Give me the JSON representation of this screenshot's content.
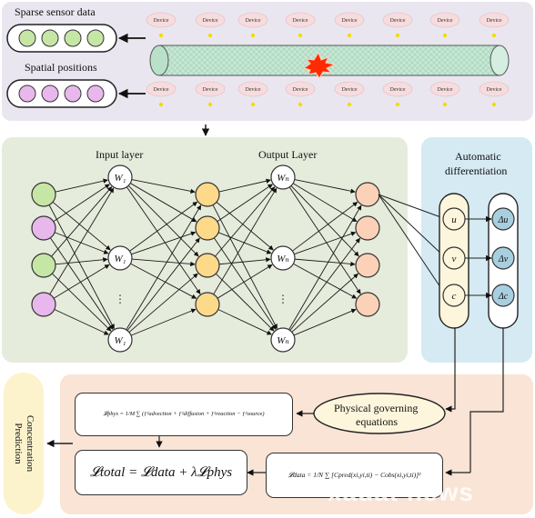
{
  "top": {
    "sparse_sensor_label": "Sparse sensor data",
    "spatial_positions_label": "Spatial positions",
    "device_label": "Device"
  },
  "network": {
    "input_layer_label": "Input layer",
    "output_layer_label": "Output Layer",
    "weights_first": [
      "W₁",
      "W₁",
      "⋮",
      "W₁"
    ],
    "weights_second": [
      "Wₙ",
      "Wₙ",
      "⋮",
      "Wₙ"
    ]
  },
  "autodiff": {
    "title": [
      "Automatic",
      "differentiation"
    ],
    "vars": [
      "u",
      "v",
      "c"
    ],
    "derivs": [
      "Δu",
      "Δv",
      "Δc"
    ]
  },
  "bottom": {
    "concentration_prediction": "Concentration Prediction",
    "physical_governing": [
      "Physical governing",
      "equations"
    ],
    "loss_total": "𝓛total = 𝓛data + λ𝓛phys",
    "loss_phys": "𝓛phys = 1/M ∑ (ƒ²advection + ƒ²diffusion + ƒ²reaction − ƒ²source)",
    "loss_data": "𝓛data = 1/N ∑ [Cpred(xi,yi,ti) − Cobs(xi,yi,ti)]²"
  },
  "watermark": "xauat news",
  "colors": {
    "top_panel": "#eae6f0",
    "nn_panel": "#e6ecdc",
    "autodiff_panel": "#d6eaf3",
    "bottom_panel": "#f9e4d6",
    "concentration_pill": "#fcf2cc",
    "green_node": "#c6e6a6",
    "pink_node": "#e8b8ec",
    "yellow_node": "#fdd98a",
    "salmon_node": "#fbd2b8",
    "blue_node": "#a8cfe0",
    "cream_node": "#fdf6dc",
    "pipe": "#c6e7d4"
  }
}
